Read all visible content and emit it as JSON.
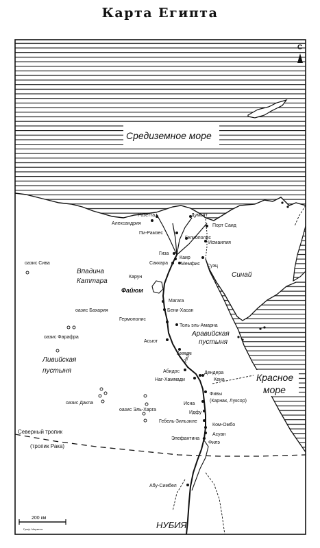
{
  "title": "Карта Египта",
  "north_label": "С",
  "regions": {
    "mediterranean": "Средиземное море",
    "red_sea_1": "Красное",
    "red_sea_2": "море",
    "sinai": "Синай",
    "arabian_1": "Аравийская",
    "arabian_2": "пустыня",
    "libyan_1": "Ливийская",
    "libyan_2": "пустыня",
    "qattara_1": "Впадина",
    "qattara_2": "Каттара",
    "fayum": "Файюм",
    "nubia": "НУБИЯ",
    "nile": "Нил"
  },
  "oases": {
    "siwa": "оазис Сива",
    "bahariya": "оазис Бахария",
    "farafra": "оазис Фарафра",
    "dakhla": "оазис Дакла",
    "kharga": "оазис Эль-Харга"
  },
  "places": {
    "rosetta": "Розетта",
    "damietta": "Думьят",
    "alexandria": "Александрия",
    "port_said": "Порт Саид",
    "pi_ramses": "Пи-Рамзес",
    "heliopolis": "Гелиополис",
    "ismailia": "Исмаилия",
    "giza": "Гиза",
    "cairo": "Каир",
    "saqqara": "Саккара",
    "memphis": "Мемфис",
    "suez": "Суэц",
    "karun": "Карун",
    "magaga": "Магага",
    "beni_hasan": "Бени-Хасан",
    "hermopolis": "Гермополис",
    "amarna": "Толь эль-Амарна",
    "asyut": "Асьют",
    "akhmim": "Ахмим",
    "abydos": "Абидос",
    "dendera": "Дендера",
    "nag_hammadi": "Наг-Хаммади",
    "qena": "Кена",
    "thebes_1": "Фивы",
    "thebes_2": "(Карнак, Луксор)",
    "esna": "Исна",
    "edfu": "Идфу",
    "gebel_silsila": "Гебель-Зильзиле",
    "kom_ombo": "Ком-Омбо",
    "aswan": "Асуан",
    "elephantine": "Элефантина",
    "philae": "Филэ",
    "abu_simbel": "Абу-Симбел"
  },
  "tropic": {
    "line1": "Северный тропик",
    "line2": "(тропик Рака)"
  },
  "scale": {
    "label": "200 км",
    "credit": "Граф. Маркеты"
  }
}
